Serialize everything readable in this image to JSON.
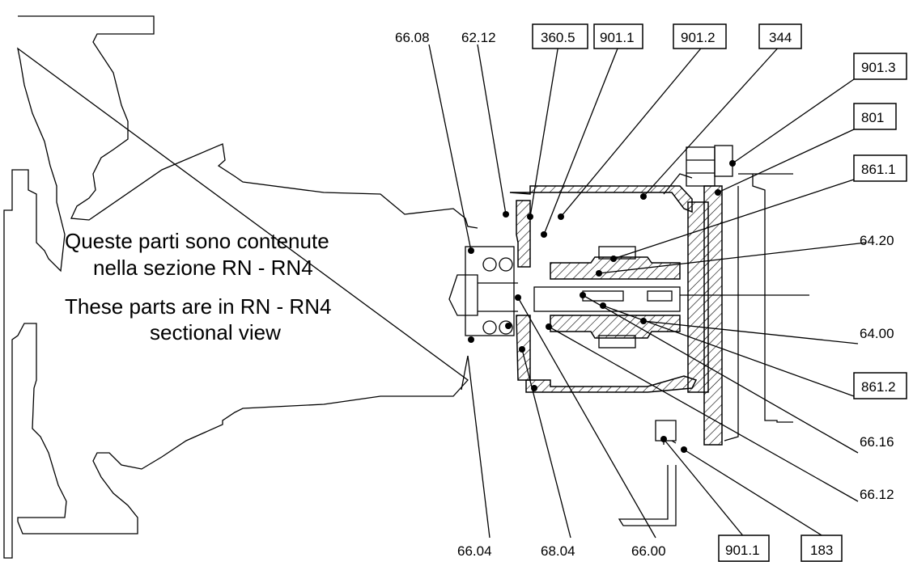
{
  "note": {
    "it_line1": "Queste parti sono contenute",
    "it_line2": "nella sezione RN - RN4",
    "en_line1": "These parts are in RN - RN4",
    "en_line2": "sectional view"
  },
  "labels": {
    "l6608": "66.08",
    "l6212": "62.12",
    "l3605": "360.5",
    "l9011a": "901.1",
    "l9012": "901.2",
    "l344": "344",
    "l9013": "901.3",
    "l801": "801",
    "l8611": "861.1",
    "l6420": "64.20",
    "l6400": "64.00",
    "l8612": "861.2",
    "l6616": "66.16",
    "l6612": "66.12",
    "l6604": "66.04",
    "l6804": "68.04",
    "l6600": "66.00",
    "l9011b": "901.1",
    "l183": "183"
  }
}
